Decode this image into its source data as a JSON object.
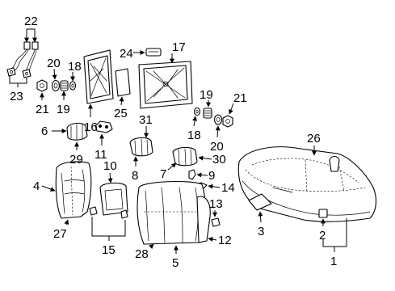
{
  "callouts": {
    "c1": "1",
    "c2": "2",
    "c3": "3",
    "c4": "4",
    "c5": "5",
    "c6": "6",
    "c7": "7",
    "c8": "8",
    "c9": "9",
    "c10": "10",
    "c11": "11",
    "c12": "12",
    "c13": "13",
    "c14": "14",
    "c15": "15",
    "c16": "16",
    "c17": "17",
    "c18a": "18",
    "c18b": "18",
    "c19a": "19",
    "c19b": "19",
    "c20a": "20",
    "c20b": "20",
    "c21a": "21",
    "c21b": "21",
    "c22": "22",
    "c23": "23",
    "c24": "24",
    "c25": "25",
    "c26": "26",
    "c27": "27",
    "c28": "28",
    "c29": "29",
    "c30": "30",
    "c31": "31"
  }
}
